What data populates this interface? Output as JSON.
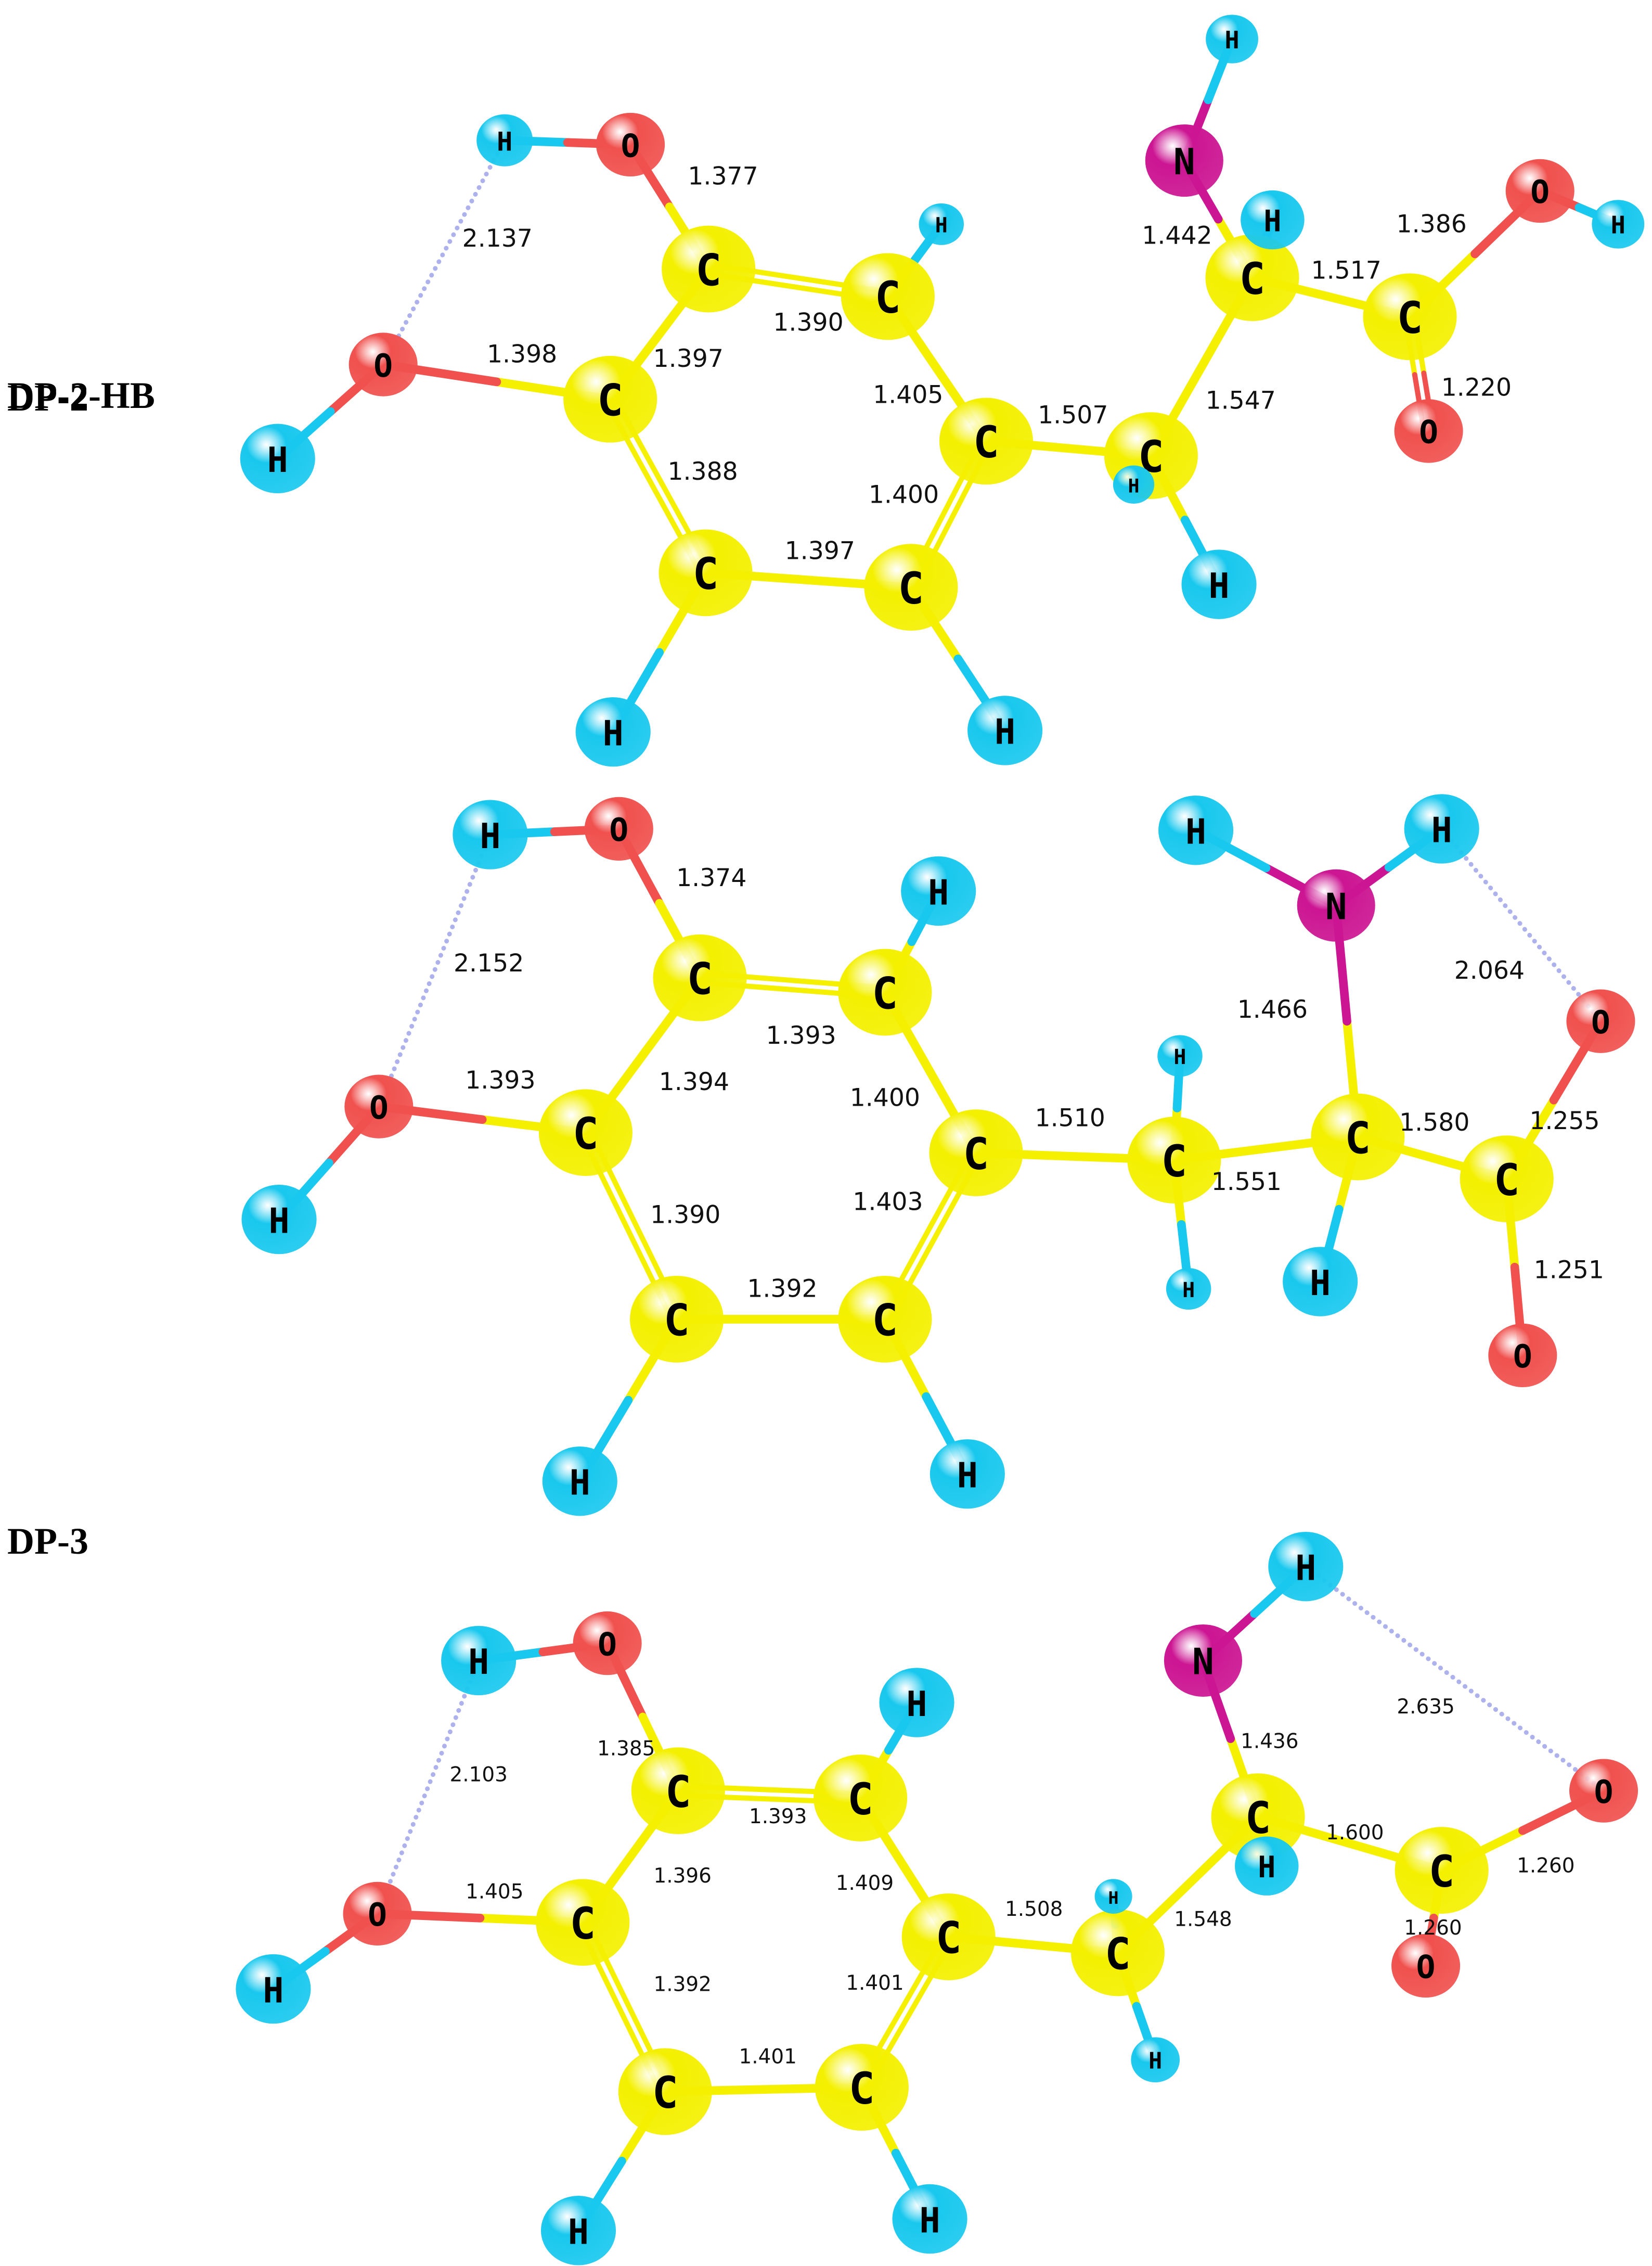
{
  "colors": {
    "carbon": "#f4f000",
    "hydrogen": "#19c8ee",
    "oxygen": "#f0514e",
    "nitrogen": "#cc1592",
    "hbond": "#aeb2ec",
    "background": "#ffffff"
  },
  "panels": [
    {
      "label": "DP-2",
      "atoms": [
        {
          "id": "h_oh1",
          "el": "H"
        },
        {
          "id": "o1",
          "el": "O"
        },
        {
          "id": "c1",
          "el": "C"
        },
        {
          "id": "c2",
          "el": "C"
        },
        {
          "id": "h_c2",
          "el": "H"
        },
        {
          "id": "c3",
          "el": "C"
        },
        {
          "id": "c4",
          "el": "C"
        },
        {
          "id": "c5",
          "el": "C"
        },
        {
          "id": "c6",
          "el": "C"
        },
        {
          "id": "o2",
          "el": "O"
        },
        {
          "id": "h_oh2",
          "el": "H"
        },
        {
          "id": "h_c5",
          "el": "H"
        },
        {
          "id": "h_c4",
          "el": "H"
        },
        {
          "id": "cb",
          "el": "C"
        },
        {
          "id": "hb1",
          "el": "H"
        },
        {
          "id": "hb2",
          "el": "H"
        },
        {
          "id": "ca",
          "el": "C"
        },
        {
          "id": "ha",
          "el": "H"
        },
        {
          "id": "n",
          "el": "N"
        },
        {
          "id": "hn",
          "el": "H"
        },
        {
          "id": "cc",
          "el": "C"
        },
        {
          "id": "o3",
          "el": "O"
        },
        {
          "id": "h_o3",
          "el": "H"
        },
        {
          "id": "o4",
          "el": "O"
        }
      ],
      "bonds": [
        {
          "a": "h_oh1",
          "b": "o1"
        },
        {
          "a": "o1",
          "b": "c1",
          "length": "1.377"
        },
        {
          "a": "c1",
          "b": "c2",
          "length": "1.390",
          "order": 2
        },
        {
          "a": "c2",
          "b": "h_c2"
        },
        {
          "a": "c2",
          "b": "c3",
          "length": "1.405"
        },
        {
          "a": "c3",
          "b": "c4",
          "length": "1.400",
          "order": 2
        },
        {
          "a": "c4",
          "b": "c5",
          "length": "1.397"
        },
        {
          "a": "c5",
          "b": "c6",
          "length": "1.388",
          "order": 2
        },
        {
          "a": "c6",
          "b": "c1",
          "length": "1.397"
        },
        {
          "a": "c6",
          "b": "o2",
          "length": "1.398"
        },
        {
          "a": "o2",
          "b": "h_oh2"
        },
        {
          "a": "c5",
          "b": "h_c5"
        },
        {
          "a": "c4",
          "b": "h_c4"
        },
        {
          "a": "c3",
          "b": "cb",
          "length": "1.507"
        },
        {
          "a": "cb",
          "b": "hb1"
        },
        {
          "a": "cb",
          "b": "hb2"
        },
        {
          "a": "cb",
          "b": "ca",
          "length": "1.547"
        },
        {
          "a": "ca",
          "b": "ha"
        },
        {
          "a": "ca",
          "b": "n",
          "length": "1.442"
        },
        {
          "a": "n",
          "b": "hn"
        },
        {
          "a": "ca",
          "b": "cc",
          "length": "1.517"
        },
        {
          "a": "cc",
          "b": "o3",
          "length": "1.386"
        },
        {
          "a": "o3",
          "b": "h_o3"
        },
        {
          "a": "cc",
          "b": "o4",
          "length": "1.220",
          "order": 2
        }
      ],
      "hbonds": [
        {
          "a": "h_oh1",
          "b": "o2",
          "length": "2.137"
        }
      ]
    },
    {
      "label": "DP-2-HB",
      "atoms": [
        {
          "id": "h_oh1",
          "el": "H"
        },
        {
          "id": "o1",
          "el": "O"
        },
        {
          "id": "c1",
          "el": "C"
        },
        {
          "id": "c2",
          "el": "C"
        },
        {
          "id": "h_c2",
          "el": "H"
        },
        {
          "id": "c3",
          "el": "C"
        },
        {
          "id": "c4",
          "el": "C"
        },
        {
          "id": "c5",
          "el": "C"
        },
        {
          "id": "c6",
          "el": "C"
        },
        {
          "id": "o2",
          "el": "O"
        },
        {
          "id": "h_oh2",
          "el": "H"
        },
        {
          "id": "h_c5",
          "el": "H"
        },
        {
          "id": "h_c4",
          "el": "H"
        },
        {
          "id": "cb",
          "el": "C"
        },
        {
          "id": "hb1",
          "el": "H"
        },
        {
          "id": "hb2",
          "el": "H"
        },
        {
          "id": "ca",
          "el": "C"
        },
        {
          "id": "ha",
          "el": "H"
        },
        {
          "id": "n",
          "el": "N"
        },
        {
          "id": "hn1",
          "el": "H"
        },
        {
          "id": "hn2",
          "el": "H"
        },
        {
          "id": "cc",
          "el": "C"
        },
        {
          "id": "o3",
          "el": "O"
        },
        {
          "id": "o4",
          "el": "O"
        }
      ],
      "bonds": [
        {
          "a": "h_oh1",
          "b": "o1"
        },
        {
          "a": "o1",
          "b": "c1",
          "length": "1.374"
        },
        {
          "a": "c1",
          "b": "c2",
          "length": "1.393",
          "order": 2
        },
        {
          "a": "c2",
          "b": "h_c2"
        },
        {
          "a": "c2",
          "b": "c3",
          "length": "1.400"
        },
        {
          "a": "c3",
          "b": "c4",
          "length": "1.403",
          "order": 2
        },
        {
          "a": "c4",
          "b": "c5",
          "length": "1.392"
        },
        {
          "a": "c5",
          "b": "c6",
          "length": "1.390",
          "order": 2
        },
        {
          "a": "c6",
          "b": "c1",
          "length": "1.394"
        },
        {
          "a": "c6",
          "b": "o2",
          "length": "1.393"
        },
        {
          "a": "o2",
          "b": "h_oh2"
        },
        {
          "a": "c5",
          "b": "h_c5"
        },
        {
          "a": "c4",
          "b": "h_c4"
        },
        {
          "a": "c3",
          "b": "cb",
          "length": "1.510"
        },
        {
          "a": "cb",
          "b": "hb1"
        },
        {
          "a": "cb",
          "b": "hb2"
        },
        {
          "a": "cb",
          "b": "ca",
          "length": "1.551"
        },
        {
          "a": "ca",
          "b": "ha"
        },
        {
          "a": "ca",
          "b": "n",
          "length": "1.466"
        },
        {
          "a": "n",
          "b": "hn1"
        },
        {
          "a": "n",
          "b": "hn2"
        },
        {
          "a": "ca",
          "b": "cc",
          "length": "1.580"
        },
        {
          "a": "cc",
          "b": "o3",
          "length": "1.255"
        },
        {
          "a": "cc",
          "b": "o4",
          "length": "1.251"
        }
      ],
      "hbonds": [
        {
          "a": "h_oh1",
          "b": "o2",
          "length": "2.152"
        },
        {
          "a": "hn2",
          "b": "o3",
          "length": "2.064"
        }
      ]
    },
    {
      "label": "DP-3",
      "atoms": [
        {
          "id": "h_oh1",
          "el": "H"
        },
        {
          "id": "o1",
          "el": "O"
        },
        {
          "id": "c1",
          "el": "C"
        },
        {
          "id": "c2",
          "el": "C"
        },
        {
          "id": "h_c2",
          "el": "H"
        },
        {
          "id": "c3",
          "el": "C"
        },
        {
          "id": "c4",
          "el": "C"
        },
        {
          "id": "c5",
          "el": "C"
        },
        {
          "id": "c6",
          "el": "C"
        },
        {
          "id": "o2",
          "el": "O"
        },
        {
          "id": "h_oh2",
          "el": "H"
        },
        {
          "id": "h_c5",
          "el": "H"
        },
        {
          "id": "h_c4",
          "el": "H"
        },
        {
          "id": "cb",
          "el": "C"
        },
        {
          "id": "hb1",
          "el": "H"
        },
        {
          "id": "hb2",
          "el": "H"
        },
        {
          "id": "ca",
          "el": "C"
        },
        {
          "id": "ha",
          "el": "H"
        },
        {
          "id": "n",
          "el": "N"
        },
        {
          "id": "hn",
          "el": "H"
        },
        {
          "id": "cc",
          "el": "C"
        },
        {
          "id": "o3",
          "el": "O"
        },
        {
          "id": "o4",
          "el": "O"
        }
      ],
      "bonds": [
        {
          "a": "h_oh1",
          "b": "o1"
        },
        {
          "a": "o1",
          "b": "c1",
          "length": "1.385"
        },
        {
          "a": "c1",
          "b": "c2",
          "length": "1.393",
          "order": 2
        },
        {
          "a": "c2",
          "b": "h_c2"
        },
        {
          "a": "c2",
          "b": "c3",
          "length": "1.409"
        },
        {
          "a": "c3",
          "b": "c4",
          "length": "1.401",
          "order": 2
        },
        {
          "a": "c4",
          "b": "c5",
          "length": "1.401"
        },
        {
          "a": "c5",
          "b": "c6",
          "length": "1.392",
          "order": 2
        },
        {
          "a": "c6",
          "b": "c1",
          "length": "1.396"
        },
        {
          "a": "c6",
          "b": "o2",
          "length": "1.405"
        },
        {
          "a": "o2",
          "b": "h_oh2"
        },
        {
          "a": "c5",
          "b": "h_c5"
        },
        {
          "a": "c4",
          "b": "h_c4"
        },
        {
          "a": "c3",
          "b": "cb",
          "length": "1.508"
        },
        {
          "a": "cb",
          "b": "hb1"
        },
        {
          "a": "cb",
          "b": "hb2"
        },
        {
          "a": "cb",
          "b": "ca",
          "length": "1.548"
        },
        {
          "a": "ca",
          "b": "ha"
        },
        {
          "a": "ca",
          "b": "n",
          "length": "1.436"
        },
        {
          "a": "n",
          "b": "hn"
        },
        {
          "a": "ca",
          "b": "cc",
          "length": "1.600"
        },
        {
          "a": "cc",
          "b": "o3",
          "length": "1.260"
        },
        {
          "a": "cc",
          "b": "o4",
          "length": "1.260"
        }
      ],
      "hbonds": [
        {
          "a": "h_oh1",
          "b": "o2",
          "length": "2.103"
        },
        {
          "a": "hn",
          "b": "o3",
          "length": "2.635"
        }
      ]
    }
  ]
}
